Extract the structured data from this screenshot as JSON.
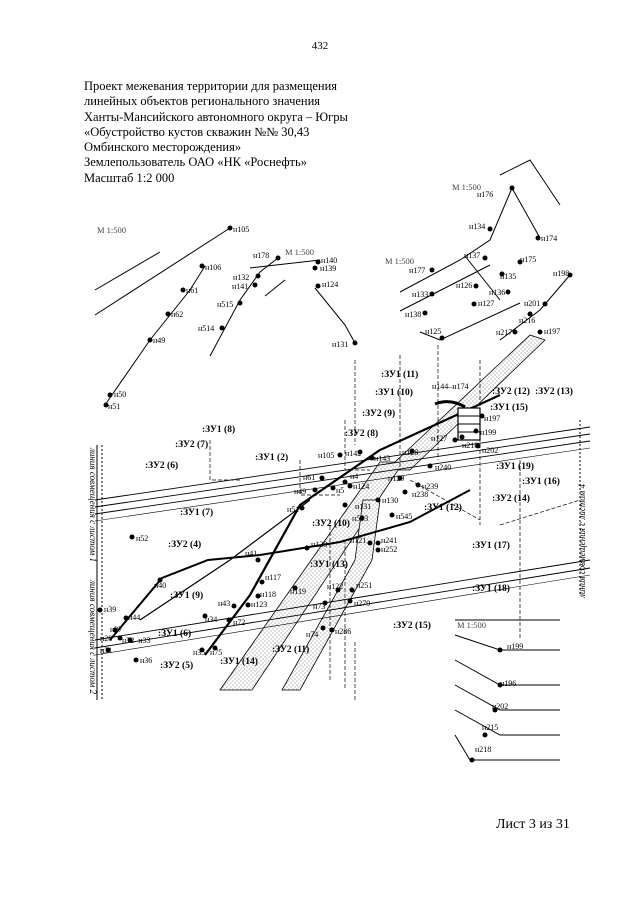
{
  "page_number": "432",
  "header": {
    "lines": [
      "Проект межевания территории для размещения",
      "линейных объектов регионального значения",
      "Ханты-Мансийского автономного округа – Югры",
      "«Обустройство кустов скважин №№ 30,43",
      "Омбинского месторождения»",
      "Землепользователь ОАО «НК «Роснефть»",
      "Масштаб 1:2 000"
    ]
  },
  "sheet_label": "Лист 3 из 31",
  "scale_notes": [
    "М 1:500",
    "М 1:500",
    "М 1:500",
    "М 1:500",
    "М 1:500"
  ],
  "side_labels": {
    "left_top": "линия совмещения с листом 1",
    "left_bottom": "линия совмещения с листом 2",
    "right": "линия совмещения с листом 4"
  },
  "parcel_labels": [
    ":ЗУ1 (8)",
    ":ЗУ2 (7)",
    ":ЗУ2 (6)",
    ":ЗУ1 (2)",
    ":ЗУ1 (7)",
    ":ЗУ2 (4)",
    ":ЗУ1 (9)",
    ":ЗУ1 (6)",
    ":ЗУ2 (5)",
    ":ЗУ1 (14)",
    ":ЗУ2 (11)",
    ":ЗУ2 (10)",
    ":ЗУ1 (13)",
    ":ЗУ1 (11)",
    ":ЗУ1 (10)",
    ":ЗУ2 (9)",
    ":ЗУ2 (8)",
    ":ЗУ1 (12)",
    ":ЗУ2 (12)",
    ":ЗУ2 (13)",
    ":ЗУ1 (15)",
    ":ЗУ1 (19)",
    ":ЗУ1 (16)",
    ":ЗУ2 (14)",
    ":ЗУ1 (17)",
    ":ЗУ1 (18)",
    ":ЗУ2 (15)"
  ],
  "point_labels": [
    "н105",
    "н106",
    "н61",
    "н62",
    "н49",
    "н50",
    "н51",
    "н178",
    "н132",
    "н141",
    "н515",
    "н514",
    "н140",
    "н139",
    "н124",
    "н131",
    "н177",
    "н133",
    "н138",
    "н125",
    "н176",
    "н134",
    "н174",
    "н137",
    "н126",
    "н135",
    "н136",
    "н127",
    "н175",
    "н198",
    "н201",
    "н216",
    "н217",
    "н197",
    "н144–н174",
    "н197",
    "н199",
    "н202",
    "н218",
    "н127",
    "н240",
    "н128",
    "н239",
    "н129",
    "н238",
    "н545",
    "н130",
    "н105",
    "н142",
    "н143",
    "н61",
    "н5",
    "н49",
    "н4",
    "н124",
    "н51",
    "н131",
    "н513",
    "н52",
    "н120",
    "н121",
    "н241",
    "н252",
    "н41",
    "н117",
    "н40",
    "н119",
    "н118",
    "н43",
    "н123",
    "н34",
    "н72",
    "н122",
    "н251",
    "н73",
    "н279",
    "н74",
    "н286",
    "н39",
    "н44",
    "н27",
    "н28",
    "н32–н33",
    "н31",
    "н35",
    "н75",
    "н36",
    "н199",
    "н196",
    "н202",
    "н215",
    "н218"
  ]
}
